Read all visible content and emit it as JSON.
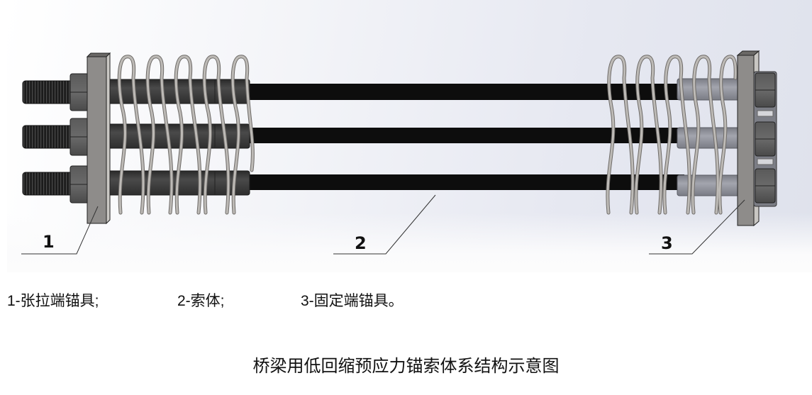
{
  "figure": {
    "callouts": [
      {
        "number": "1",
        "target": "tensioning-end-anchor"
      },
      {
        "number": "2",
        "target": "cable-body"
      },
      {
        "number": "3",
        "target": "fixed-end-anchor"
      }
    ],
    "legend": [
      {
        "text": "1-张拉端锚具;"
      },
      {
        "text": "2-索体;"
      },
      {
        "text": "3-固定端锚具。"
      }
    ],
    "caption": "桥梁用低回缩预应力锚索体系结构示意图",
    "colors": {
      "strand": "#0d0d0d",
      "left_sleeve": "#3a3a3a",
      "right_sleeve": "#8d8f98",
      "plate": "#8e8c8a",
      "spiral": "#b3b0ac",
      "nut": "#555555",
      "thread": "#1a1a1a"
    }
  }
}
